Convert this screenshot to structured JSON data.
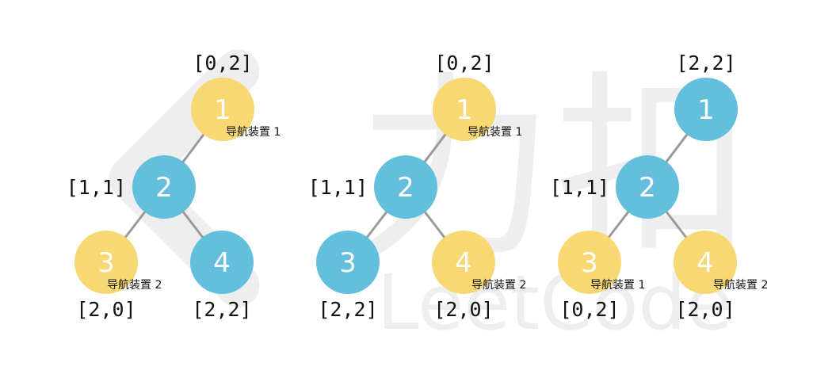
{
  "colors": {
    "yellow": "#F8D66A",
    "blue": "#5BBCD9",
    "edge": "#9A9A9A",
    "watermark": "#EEEEEE"
  },
  "watermark": {
    "description_icon": "leetcode-logo-icon",
    "text": "LeetCode",
    "chars": "力扣"
  },
  "trees": [
    {
      "nodes": [
        {
          "id": "1",
          "label": "1",
          "color": "yellow",
          "coord": "[0,2]",
          "device": "导航装置 1"
        },
        {
          "id": "2",
          "label": "2",
          "color": "blue",
          "coord": "[1,1]",
          "device": ""
        },
        {
          "id": "3",
          "label": "3",
          "color": "yellow",
          "coord": "[2,0]",
          "device": "导航装置 2"
        },
        {
          "id": "4",
          "label": "4",
          "color": "blue",
          "coord": "[2,2]",
          "device": ""
        }
      ],
      "edges": [
        [
          "1",
          "2"
        ],
        [
          "2",
          "3"
        ],
        [
          "2",
          "4"
        ]
      ]
    },
    {
      "nodes": [
        {
          "id": "1",
          "label": "1",
          "color": "yellow",
          "coord": "[0,2]",
          "device": "导航装置 1"
        },
        {
          "id": "2",
          "label": "2",
          "color": "blue",
          "coord": "[1,1]",
          "device": ""
        },
        {
          "id": "3",
          "label": "3",
          "color": "blue",
          "coord": "[2,2]",
          "device": ""
        },
        {
          "id": "4",
          "label": "4",
          "color": "yellow",
          "coord": "[2,0]",
          "device": "导航装置 2"
        }
      ],
      "edges": [
        [
          "1",
          "2"
        ],
        [
          "2",
          "3"
        ],
        [
          "2",
          "4"
        ]
      ]
    },
    {
      "nodes": [
        {
          "id": "1",
          "label": "1",
          "color": "blue",
          "coord": "[2,2]",
          "device": ""
        },
        {
          "id": "2",
          "label": "2",
          "color": "blue",
          "coord": "[1,1]",
          "device": ""
        },
        {
          "id": "3",
          "label": "3",
          "color": "yellow",
          "coord": "[0,2]",
          "device": "导航装置 1"
        },
        {
          "id": "4",
          "label": "4",
          "color": "yellow",
          "coord": "[2,0]",
          "device": "导航装置 2"
        }
      ],
      "edges": [
        [
          "1",
          "2"
        ],
        [
          "2",
          "3"
        ],
        [
          "2",
          "4"
        ]
      ]
    }
  ]
}
